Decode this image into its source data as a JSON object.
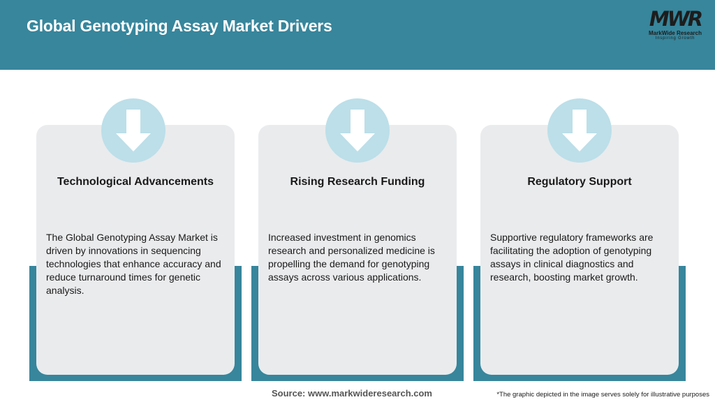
{
  "header": {
    "title": "Global Genotyping Assay Market Drivers",
    "logo": {
      "mark": "MWR",
      "name": "MarkWide Research",
      "tagline": "Inspiring Growth"
    }
  },
  "cards": [
    {
      "title": "Technological Advancements",
      "text": "The Global Genotyping Assay Market is driven by innovations in sequencing technologies that enhance accuracy and reduce turnaround times for genetic analysis.",
      "icon": "arrow-down-icon"
    },
    {
      "title": "Rising Research Funding",
      "text": "Increased investment in genomics research and personalized medicine is propelling the demand for genotyping assays across various applications.",
      "icon": "arrow-down-icon"
    },
    {
      "title": "Regulatory Support",
      "text": "Supportive regulatory frameworks are facilitating the adoption of genotyping assays in clinical diagnostics and research, boosting market growth.",
      "icon": "arrow-down-icon"
    }
  ],
  "footer": {
    "source": "Source: www.markwideresearch.com",
    "disclaimer": "*The graphic depicted in the image serves solely for illustrative purposes"
  },
  "colors": {
    "header_bg": "#37869c",
    "card_bg": "#eaebed",
    "circle_bg": "#bcdfe9"
  }
}
